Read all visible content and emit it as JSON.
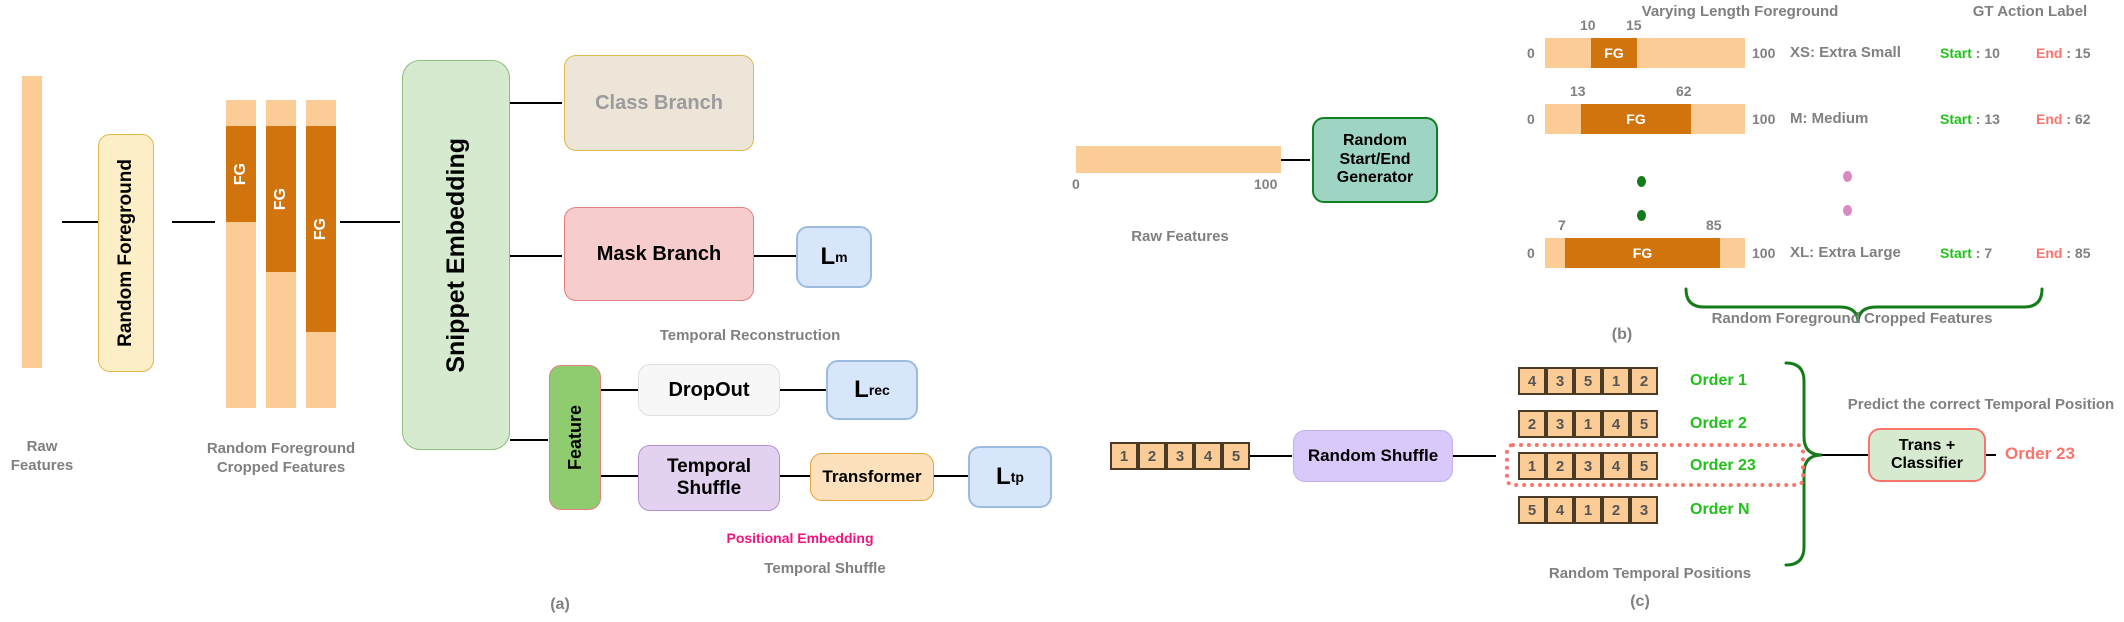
{
  "panel_a": {
    "label": "(a)",
    "raw_features_caption": "Raw\nFeatures",
    "random_foreground_box": "Random Foreground",
    "cropped_caption": "Random Foreground\nCropped Features",
    "fg_label": "FG",
    "snippet_embedding_box": "Snippet Embedding",
    "class_branch_box": "Class Branch",
    "mask_branch_box": "Mask Branch",
    "loss_mask": "L",
    "loss_mask_sub": "m",
    "temporal_reconstruction_caption": "Temporal Reconstruction",
    "feature_box": "Feature",
    "dropout_box": "DropOut",
    "loss_rec": "L",
    "loss_rec_sub": "rec",
    "temporal_shuffle_box": "Temporal\nShuffle",
    "transformer_box": "Transformer",
    "loss_tp": "L",
    "loss_tp_sub": "tp",
    "positional_embedding_caption": "Positional Embedding",
    "temporal_shuffle_caption": "Temporal Shuffle"
  },
  "panel_b": {
    "label": "(b)",
    "header_varying": "Varying Length Foreground",
    "header_gt": "GT Action Label",
    "raw_features_caption": "Raw Features",
    "raw_bar": {
      "start_tick": "0",
      "end_tick": "100"
    },
    "generator_box": "Random\nStart/End\nGenerator",
    "bracket_caption": "Random Foreground Cropped Features",
    "fg_label": "FG",
    "start_word": "Start",
    "end_word": "End",
    "colon": ":",
    "rows": [
      {
        "left_tick": "0",
        "right_tick": "100",
        "start_tick": "10",
        "end_tick": "15",
        "size_label": "XS: Extra Small",
        "start_value": "10",
        "end_value": "15",
        "fg_start_pct": 23,
        "fg_end_pct": 46
      },
      {
        "left_tick": "0",
        "right_tick": "100",
        "start_tick": "13",
        "end_tick": "62",
        "size_label": "M: Medium",
        "start_value": "13",
        "end_value": "62",
        "fg_start_pct": 18,
        "fg_end_pct": 73
      },
      {
        "left_tick": "0",
        "right_tick": "100",
        "start_tick": "7",
        "end_tick": "85",
        "size_label": "XL: Extra Large",
        "start_value": "7",
        "end_value": "85",
        "fg_start_pct": 10,
        "fg_end_pct": 87
      }
    ]
  },
  "panel_c": {
    "label": "(c)",
    "base_sequence": [
      "1",
      "2",
      "3",
      "4",
      "5"
    ],
    "random_shuffle_box": "Random Shuffle",
    "caption": "Random Temporal Positions",
    "predict_caption": "Predict the correct Temporal Position",
    "classifier_box": "Trans + Classifier",
    "output_label": "Order 23",
    "orders": [
      {
        "cells": [
          "4",
          "3",
          "5",
          "1",
          "2"
        ],
        "label": "Order 1",
        "highlighted": false
      },
      {
        "cells": [
          "2",
          "3",
          "1",
          "4",
          "5"
        ],
        "label": "Order 2",
        "highlighted": false
      },
      {
        "cells": [
          "1",
          "2",
          "3",
          "4",
          "5"
        ],
        "label": "Order 23",
        "highlighted": true
      },
      {
        "cells": [
          "5",
          "4",
          "1",
          "2",
          "3"
        ],
        "label": "Order N",
        "highlighted": false
      }
    ]
  },
  "colors": {
    "feature_orange_light": "#fbcc96",
    "feature_orange_dark": "#d2740d",
    "cream": "#fcefc7",
    "cream_border": "#e0b84a",
    "beige": "#ece5d8",
    "pink": "#f7cccc",
    "pink_border": "#e38080",
    "blue": "#d7e6fb",
    "blue_border": "#9dbbe0",
    "green_light": "#d6ead0",
    "green_border": "#8cbf7d",
    "green_bright": "#8fcc70",
    "teal": "#9ed4c4",
    "teal_border": "#108020",
    "purple": "#e3d2ef",
    "purple_border": "#b890d0",
    "lavender": "#d9c9fb",
    "white": "#f7f7f7",
    "magenta": "#f5127f",
    "green_text": "#22c11a",
    "red_text": "#f9756b",
    "gray_text": "#808080",
    "dark_green": "#157a1a",
    "dot_pink": "#d98ac0"
  }
}
